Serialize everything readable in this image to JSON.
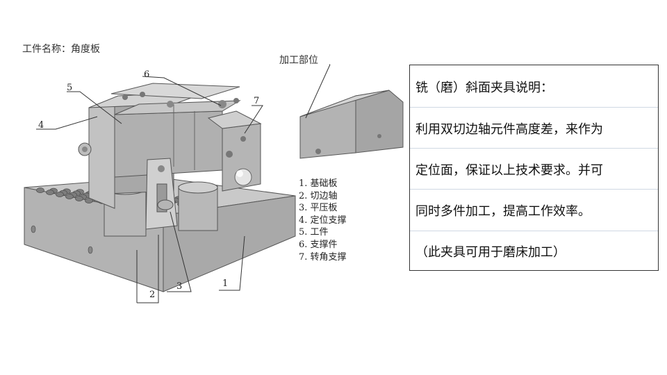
{
  "workpiece_name": "工件名称：角度板",
  "machined_label": "加工部位",
  "callouts": [
    "1",
    "2",
    "3",
    "4",
    "5",
    "6",
    "7"
  ],
  "legend": [
    "1. 基础板",
    "2. 切边轴",
    "3. 平压板",
    "4. 定位支撑",
    "5. 工件",
    "6. 支撑件",
    "7. 转角支撑"
  ],
  "description": [
    "铣（磨）斜面夹具说明：",
    "利用双切边轴元件高度差，来作为",
    "定位面，保证以上技术要求。并可",
    "同时多件加工，提高工作效率。",
    "（此夹具可用于磨床加工）"
  ]
}
